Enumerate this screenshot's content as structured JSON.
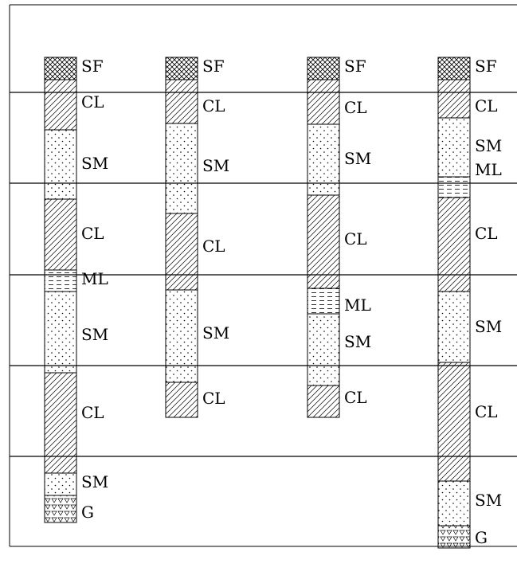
{
  "boreholes": [
    {
      "layers": [
        {
          "soil": "SF",
          "pattern": "crosshatch",
          "label": "SF"
        },
        {
          "soil": "CL",
          "pattern": "diagonal",
          "label": "CL"
        },
        {
          "soil": "SM",
          "pattern": "dots",
          "label": "SM"
        },
        {
          "soil": "CL",
          "pattern": "diagonal",
          "label": "CL"
        },
        {
          "soil": "ML",
          "pattern": "dashes",
          "label": "ML"
        },
        {
          "soil": "SM",
          "pattern": "dots",
          "label": "SM"
        },
        {
          "soil": "CL",
          "pattern": "diagonal",
          "label": "CL"
        },
        {
          "soil": "SM",
          "pattern": "dots",
          "label": "SM"
        },
        {
          "soil": "G",
          "pattern": "triangles",
          "label": "G"
        }
      ]
    },
    {
      "layers": [
        {
          "soil": "SF",
          "pattern": "crosshatch",
          "label": "SF"
        },
        {
          "soil": "CL",
          "pattern": "diagonal",
          "label": "CL"
        },
        {
          "soil": "SM",
          "pattern": "dots",
          "label": "SM"
        },
        {
          "soil": "CL",
          "pattern": "diagonal",
          "label": "CL"
        },
        {
          "soil": "SM",
          "pattern": "dots",
          "label": "SM"
        },
        {
          "soil": "CL",
          "pattern": "diagonal",
          "label": "CL"
        }
      ]
    },
    {
      "layers": [
        {
          "soil": "SF",
          "pattern": "crosshatch",
          "label": "SF"
        },
        {
          "soil": "CL",
          "pattern": "diagonal",
          "label": "CL"
        },
        {
          "soil": "SM",
          "pattern": "dots",
          "label": "SM"
        },
        {
          "soil": "CL",
          "pattern": "diagonal",
          "label": "CL"
        },
        {
          "soil": "ML",
          "pattern": "dashes",
          "label": "ML"
        },
        {
          "soil": "SM",
          "pattern": "dots",
          "label": "SM"
        },
        {
          "soil": "CL",
          "pattern": "diagonal",
          "label": "CL"
        }
      ]
    },
    {
      "layers": [
        {
          "soil": "SF",
          "pattern": "crosshatch",
          "label": "SF"
        },
        {
          "soil": "CL",
          "pattern": "diagonal",
          "label": "CL"
        },
        {
          "soil": "SM",
          "pattern": "dots",
          "label": "SM"
        },
        {
          "soil": "ML",
          "pattern": "dashes",
          "label": "ML"
        },
        {
          "soil": "CL",
          "pattern": "diagonal",
          "label": "CL"
        },
        {
          "soil": "SM",
          "pattern": "dots",
          "label": "SM"
        },
        {
          "soil": "CL",
          "pattern": "diagonal",
          "label": "CL"
        },
        {
          "soil": "SM",
          "pattern": "dots",
          "label": "SM"
        },
        {
          "soil": "G",
          "pattern": "triangles",
          "label": "G"
        }
      ]
    }
  ]
}
